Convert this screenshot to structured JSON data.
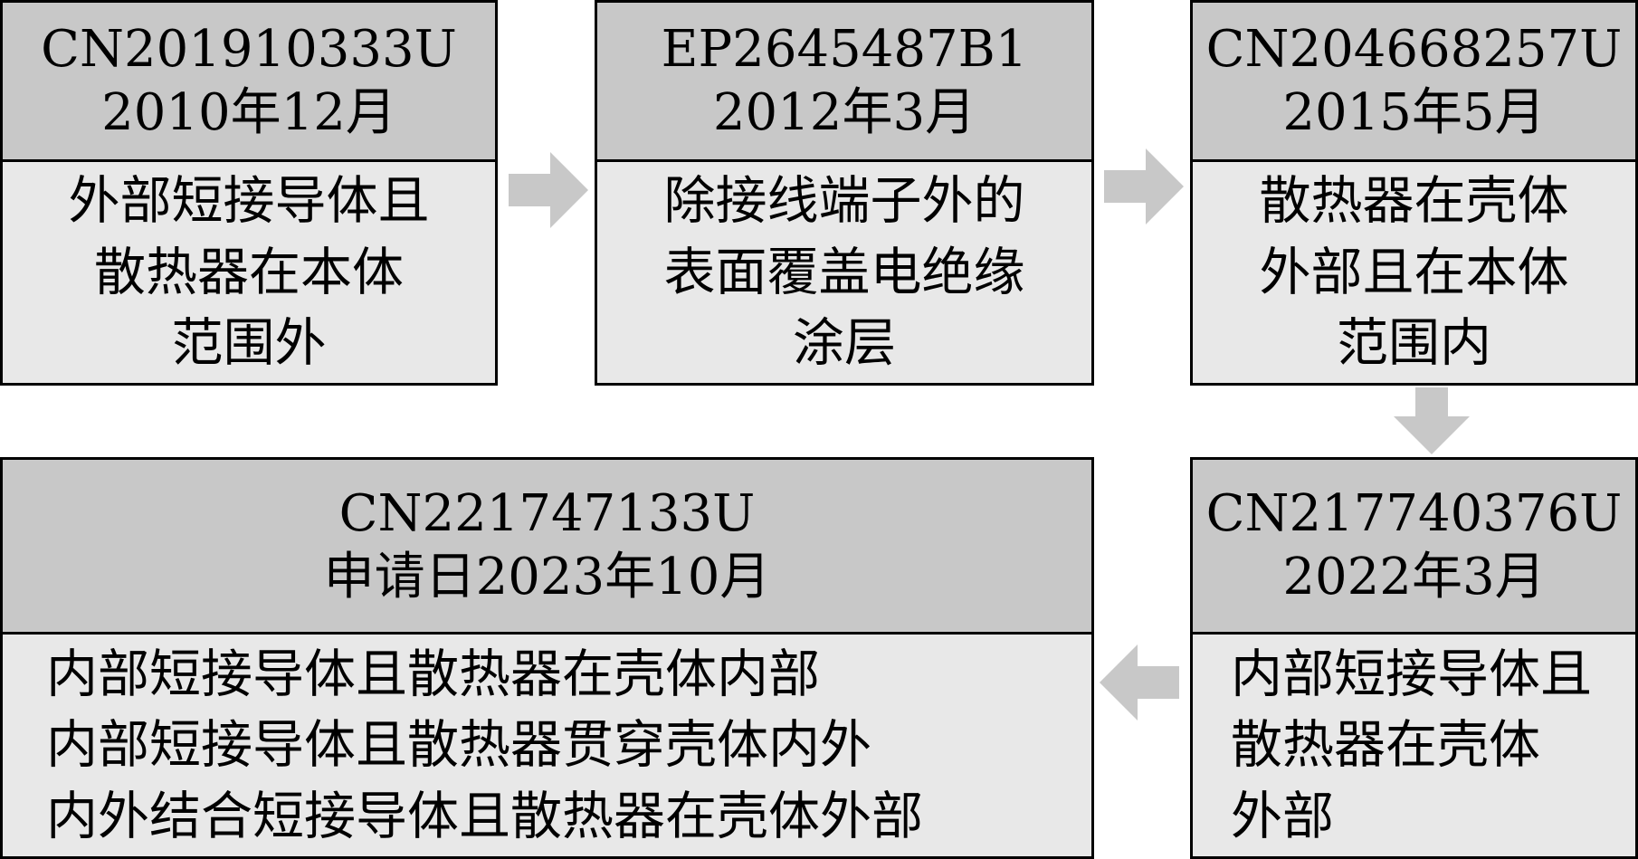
{
  "colors": {
    "header_fill": "#c8c8c8",
    "body_fill": "#e8e8e8",
    "border": "#000000",
    "arrow": "#c8c8c8"
  },
  "cards": [
    {
      "id": "card-1",
      "number": "CN201910333U",
      "date": "2010年12月",
      "desc": [
        "外部短接导体且",
        "散热器在本体",
        "范围外"
      ]
    },
    {
      "id": "card-2",
      "number": "EP2645487B1",
      "date": "2012年3月",
      "desc": [
        "除接线端子外的",
        "表面覆盖电绝缘",
        "涂层"
      ]
    },
    {
      "id": "card-3",
      "number": "CN204668257U",
      "date": "2015年5月",
      "desc": [
        "散热器在壳体",
        "外部且在本体",
        "范围内"
      ]
    },
    {
      "id": "card-4",
      "number": "CN217740376U",
      "date": "2022年3月",
      "desc": [
        "内部短接导体且",
        "散热器在壳体",
        "外部"
      ]
    },
    {
      "id": "card-5",
      "number": "CN221747133U",
      "date": "申请日2023年10月",
      "desc": [
        "内部短接导体且散热器在壳体内部",
        "内部短接导体且散热器贯穿壳体内外",
        "内外结合短接导体且散热器在壳体外部"
      ]
    }
  ],
  "arrows": [
    {
      "name": "arrow-right-1",
      "direction": "right"
    },
    {
      "name": "arrow-right-2",
      "direction": "right"
    },
    {
      "name": "arrow-down",
      "direction": "down"
    },
    {
      "name": "arrow-left",
      "direction": "left"
    }
  ]
}
